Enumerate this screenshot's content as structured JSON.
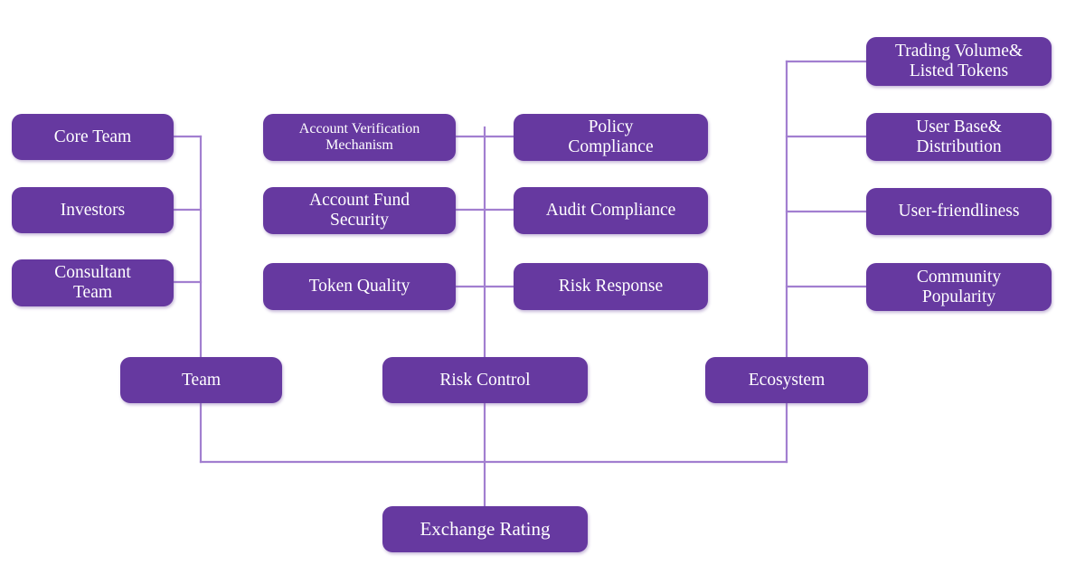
{
  "diagram": {
    "title": "Exchange Rating",
    "type": "hierarchy-tree",
    "orientation": "bottom-root",
    "colors": {
      "node_fill": "#6639A0",
      "node_text": "#FFFFFF",
      "connector_line": "#A27FD0",
      "background": "#FFFFFF"
    },
    "root": {
      "id": "exchange-rating",
      "label": "Exchange Rating"
    },
    "branches": [
      {
        "id": "team",
        "label": "Team",
        "children": [
          {
            "id": "core-team",
            "label": "Core Team"
          },
          {
            "id": "investors",
            "label": "Investors"
          },
          {
            "id": "consultant-team",
            "label": "Consultant\nTeam"
          }
        ]
      },
      {
        "id": "risk-control",
        "label": "Risk Control",
        "children": [
          {
            "id": "account-verification-mechanism",
            "label": "Account Verification\nMechanism"
          },
          {
            "id": "policy-compliance",
            "label": "Policy\nCompliance"
          },
          {
            "id": "account-fund-security",
            "label": "Account Fund\nSecurity"
          },
          {
            "id": "audit-compliance",
            "label": "Audit Compliance"
          },
          {
            "id": "token-quality",
            "label": "Token Quality"
          },
          {
            "id": "risk-response",
            "label": "Risk Response"
          }
        ]
      },
      {
        "id": "ecosystem",
        "label": "Ecosystem",
        "children": [
          {
            "id": "trading-volume-listed-tokens",
            "label": "Trading Volume&\nListed Tokens"
          },
          {
            "id": "user-base-distribution",
            "label": "User Base&\nDistribution"
          },
          {
            "id": "user-friendliness",
            "label": "User-friendliness"
          },
          {
            "id": "community-popularity",
            "label": "Community\nPopularity"
          }
        ]
      }
    ]
  }
}
